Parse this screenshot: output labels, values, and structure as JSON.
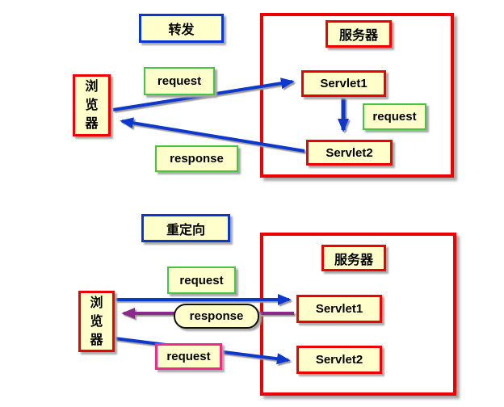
{
  "colors": {
    "box_fill": "#FFFFCC",
    "blue": "#0B38CC",
    "red": "#EE0000",
    "green": "#44C544",
    "pink": "#EA2D88",
    "purple": "#8A2B8A",
    "black": "#111111"
  },
  "forward": {
    "title": "转发",
    "browser_label": "浏\n览\n器",
    "request_label": "request",
    "response_label": "response",
    "server_label": "服务器",
    "servlet1_label": "Servlet1",
    "internal_request_label": "request",
    "servlet2_label": "Servlet2"
  },
  "redirect": {
    "title": "重定向",
    "browser_label": "浏\n览\n器",
    "request1_label": "request",
    "response_label": "response",
    "request2_label": "request",
    "server_label": "服务器",
    "servlet1_label": "Servlet1",
    "servlet2_label": "Servlet2"
  }
}
